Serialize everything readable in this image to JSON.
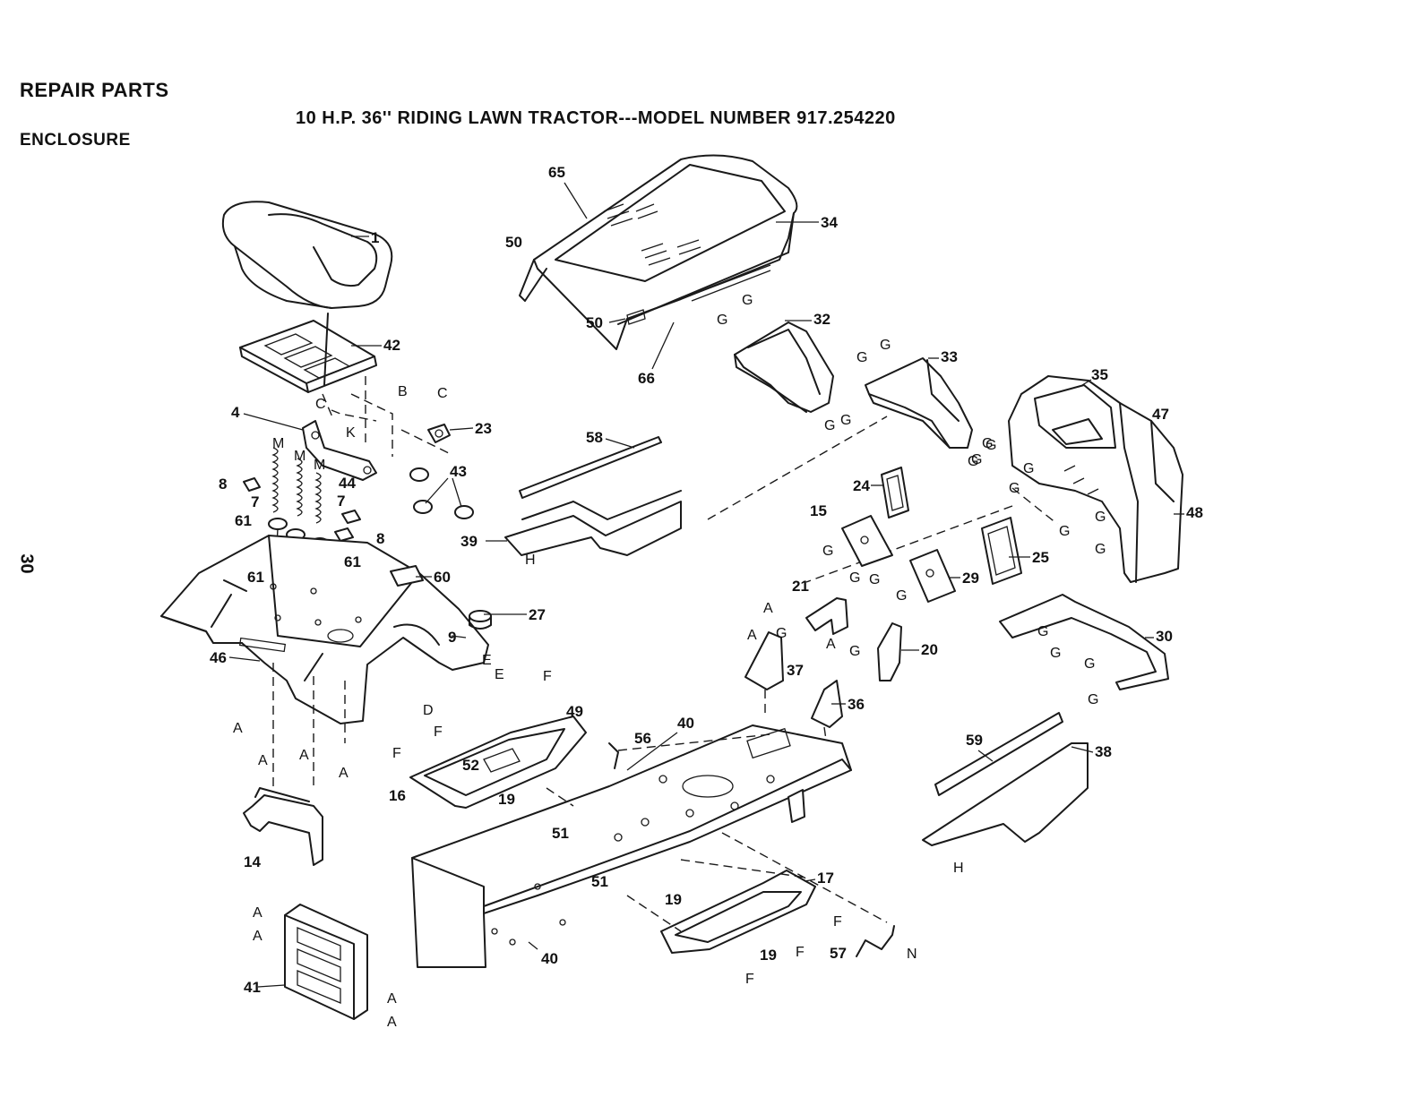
{
  "header": {
    "section_title": "REPAIR PARTS",
    "subsection_title": "ENCLOSURE",
    "diagram_title": "10 H.P. 36'' RIDING LAWN TRACTOR---MODEL NUMBER 917.254220"
  },
  "page_number": "30",
  "callouts": [
    {
      "id": "c1",
      "text": "1"
    },
    {
      "id": "c42",
      "text": "42"
    },
    {
      "id": "c4",
      "text": "4"
    },
    {
      "id": "c23",
      "text": "23"
    },
    {
      "id": "c43",
      "text": "43"
    },
    {
      "id": "c44",
      "text": "44"
    },
    {
      "id": "c8a",
      "text": "8"
    },
    {
      "id": "c8b",
      "text": "8"
    },
    {
      "id": "c7a",
      "text": "7"
    },
    {
      "id": "c7b",
      "text": "7"
    },
    {
      "id": "c61a",
      "text": "61"
    },
    {
      "id": "c61b",
      "text": "61"
    },
    {
      "id": "c61c",
      "text": "61"
    },
    {
      "id": "c60",
      "text": "60"
    },
    {
      "id": "c27",
      "text": "27"
    },
    {
      "id": "c9",
      "text": "9"
    },
    {
      "id": "c46",
      "text": "46"
    },
    {
      "id": "c14",
      "text": "14"
    },
    {
      "id": "c41",
      "text": "41"
    },
    {
      "id": "c65",
      "text": "65"
    },
    {
      "id": "c34",
      "text": "34"
    },
    {
      "id": "c50a",
      "text": "50"
    },
    {
      "id": "c50b",
      "text": "50"
    },
    {
      "id": "c66",
      "text": "66"
    },
    {
      "id": "c32",
      "text": "32"
    },
    {
      "id": "c33",
      "text": "33"
    },
    {
      "id": "c35",
      "text": "35"
    },
    {
      "id": "c47",
      "text": "47"
    },
    {
      "id": "c48",
      "text": "48"
    },
    {
      "id": "c58",
      "text": "58"
    },
    {
      "id": "c39",
      "text": "39"
    },
    {
      "id": "c24",
      "text": "24"
    },
    {
      "id": "c15",
      "text": "15"
    },
    {
      "id": "c25",
      "text": "25"
    },
    {
      "id": "c29",
      "text": "29"
    },
    {
      "id": "c21",
      "text": "21"
    },
    {
      "id": "c20",
      "text": "20"
    },
    {
      "id": "c30",
      "text": "30"
    },
    {
      "id": "c37",
      "text": "37"
    },
    {
      "id": "c36",
      "text": "36"
    },
    {
      "id": "c49",
      "text": "49"
    },
    {
      "id": "c56",
      "text": "56"
    },
    {
      "id": "c40a",
      "text": "40"
    },
    {
      "id": "c40b",
      "text": "40"
    },
    {
      "id": "c52",
      "text": "52"
    },
    {
      "id": "c19a",
      "text": "19"
    },
    {
      "id": "c19b",
      "text": "19"
    },
    {
      "id": "c19c",
      "text": "19"
    },
    {
      "id": "c16",
      "text": "16"
    },
    {
      "id": "c51a",
      "text": "51"
    },
    {
      "id": "c51b",
      "text": "51"
    },
    {
      "id": "c17",
      "text": "17"
    },
    {
      "id": "c57",
      "text": "57"
    },
    {
      "id": "c59",
      "text": "59"
    },
    {
      "id": "c38",
      "text": "38"
    }
  ],
  "references": [
    {
      "id": "rB",
      "text": "B"
    },
    {
      "id": "rC1",
      "text": "C"
    },
    {
      "id": "rC2",
      "text": "C"
    },
    {
      "id": "rK",
      "text": "K"
    },
    {
      "id": "rM1",
      "text": "M"
    },
    {
      "id": "rM2",
      "text": "M"
    },
    {
      "id": "rM3",
      "text": "M"
    },
    {
      "id": "rE1",
      "text": "E"
    },
    {
      "id": "rE2",
      "text": "E"
    },
    {
      "id": "rD",
      "text": "D"
    },
    {
      "id": "rA1",
      "text": "A"
    },
    {
      "id": "rA2",
      "text": "A"
    },
    {
      "id": "rA3",
      "text": "A"
    },
    {
      "id": "rA4",
      "text": "A"
    },
    {
      "id": "rA5",
      "text": "A"
    },
    {
      "id": "rA6",
      "text": "A"
    },
    {
      "id": "rA7",
      "text": "A"
    },
    {
      "id": "rA8",
      "text": "A"
    },
    {
      "id": "rA9",
      "text": "A"
    },
    {
      "id": "rA10",
      "text": "A"
    },
    {
      "id": "rA11",
      "text": "A"
    },
    {
      "id": "rF1",
      "text": "F"
    },
    {
      "id": "rF2",
      "text": "F"
    },
    {
      "id": "rF3",
      "text": "F"
    },
    {
      "id": "rF4",
      "text": "F"
    },
    {
      "id": "rF5",
      "text": "F"
    },
    {
      "id": "rF6",
      "text": "F"
    },
    {
      "id": "rH1",
      "text": "H"
    },
    {
      "id": "rH2",
      "text": "H"
    },
    {
      "id": "rN",
      "text": "N"
    },
    {
      "id": "rG1",
      "text": "G"
    },
    {
      "id": "rG2",
      "text": "G"
    },
    {
      "id": "rG3",
      "text": "G"
    },
    {
      "id": "rG4",
      "text": "G"
    },
    {
      "id": "rG5",
      "text": "G"
    },
    {
      "id": "rG6",
      "text": "G"
    },
    {
      "id": "rG7",
      "text": "G"
    },
    {
      "id": "rG8",
      "text": "G"
    },
    {
      "id": "rG9",
      "text": "G"
    },
    {
      "id": "rG10",
      "text": "G"
    },
    {
      "id": "rG11",
      "text": "G"
    },
    {
      "id": "rG12",
      "text": "G"
    },
    {
      "id": "rG13",
      "text": "G"
    },
    {
      "id": "rG14",
      "text": "G"
    },
    {
      "id": "rG15",
      "text": "G"
    },
    {
      "id": "rG16",
      "text": "G"
    },
    {
      "id": "rG17",
      "text": "G"
    },
    {
      "id": "rG18",
      "text": "G"
    },
    {
      "id": "rG19",
      "text": "G"
    },
    {
      "id": "rG20",
      "text": "G"
    },
    {
      "id": "rG21",
      "text": "G"
    },
    {
      "id": "rG22",
      "text": "G"
    },
    {
      "id": "rG23",
      "text": "G"
    },
    {
      "id": "rG24",
      "text": "G"
    },
    {
      "id": "rG25",
      "text": "G"
    }
  ],
  "colors": {
    "ink": "#1a1a1a",
    "paper": "#ffffff"
  }
}
